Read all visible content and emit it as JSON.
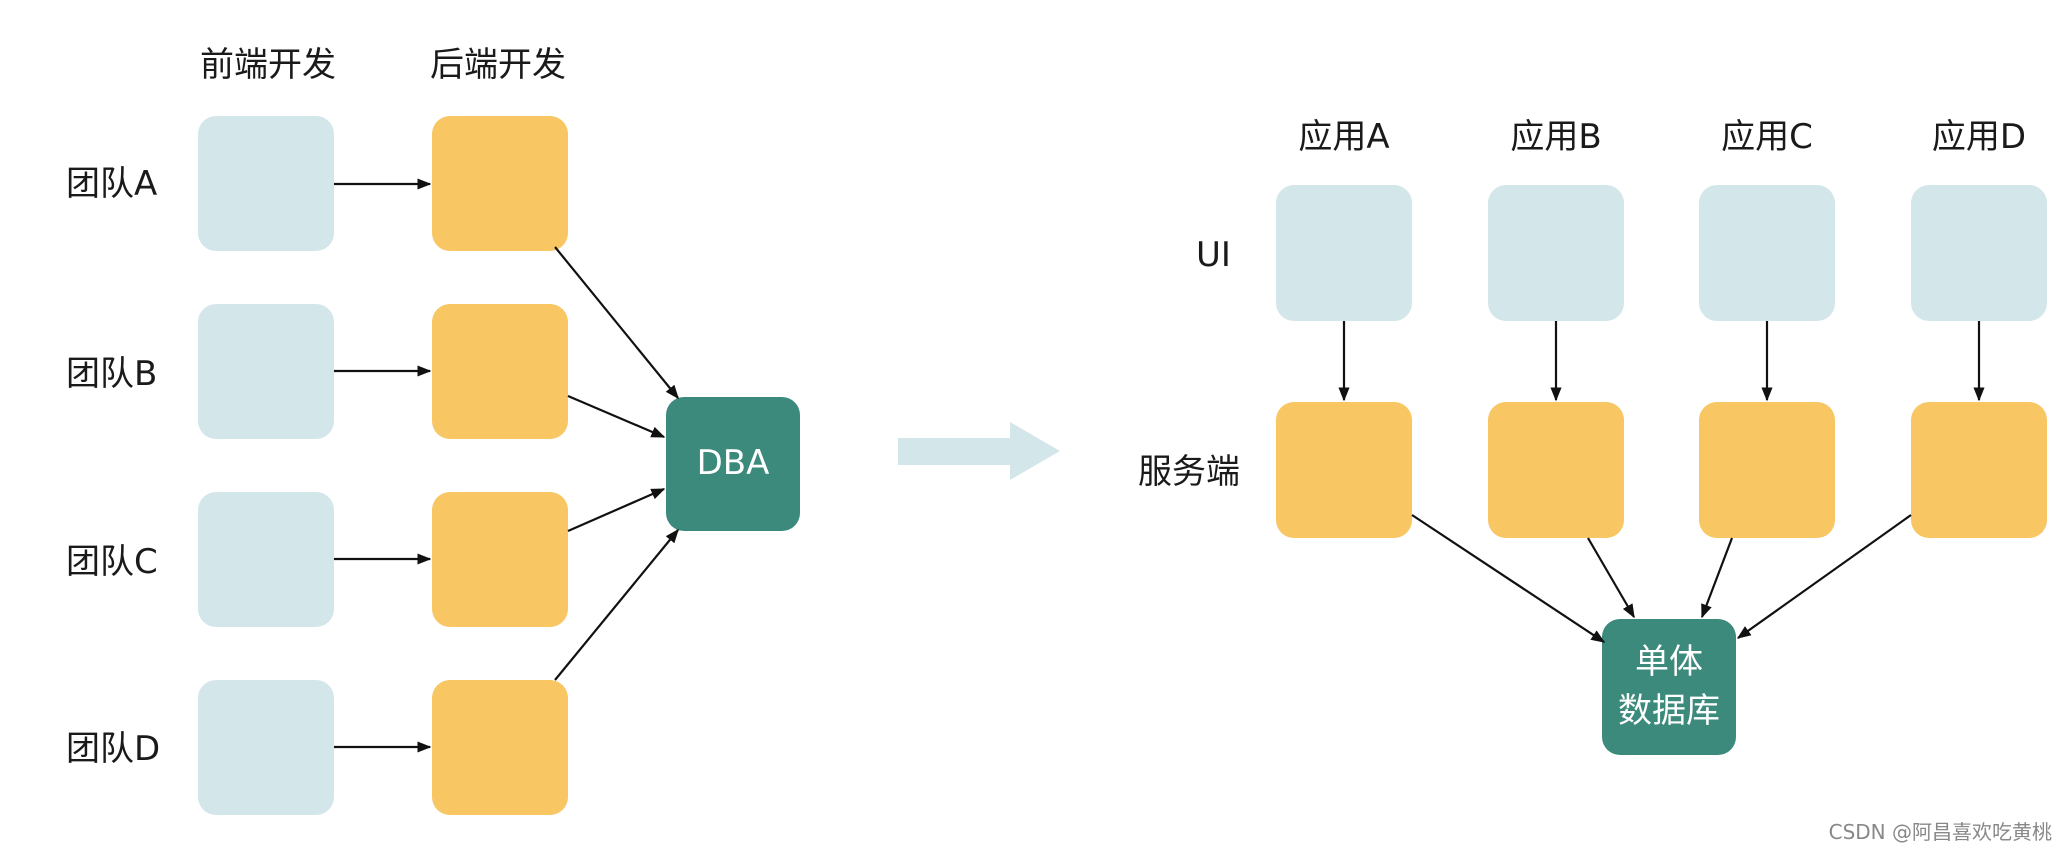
{
  "left": {
    "headers": {
      "frontend": "前端开发",
      "backend": "后端开发"
    },
    "teams": [
      {
        "label": "团队A"
      },
      {
        "label": "团队B"
      },
      {
        "label": "团队C"
      },
      {
        "label": "团队D"
      }
    ],
    "hub": "DBA"
  },
  "right": {
    "apps": [
      {
        "label": "应用A"
      },
      {
        "label": "应用B"
      },
      {
        "label": "应用C"
      },
      {
        "label": "应用D"
      }
    ],
    "row_labels": {
      "ui": "UI",
      "server": "服务端"
    },
    "hub": {
      "line1": "单体",
      "line2": "数据库"
    }
  },
  "watermark": "CSDN @阿昌喜欢吃黄桃",
  "colors": {
    "frontend_box": "#d3e6ea",
    "backend_box": "#f8c663",
    "hub_box": "#3b8a7b",
    "transition_arrow": "#d3e6ea",
    "line": "#111111"
  }
}
